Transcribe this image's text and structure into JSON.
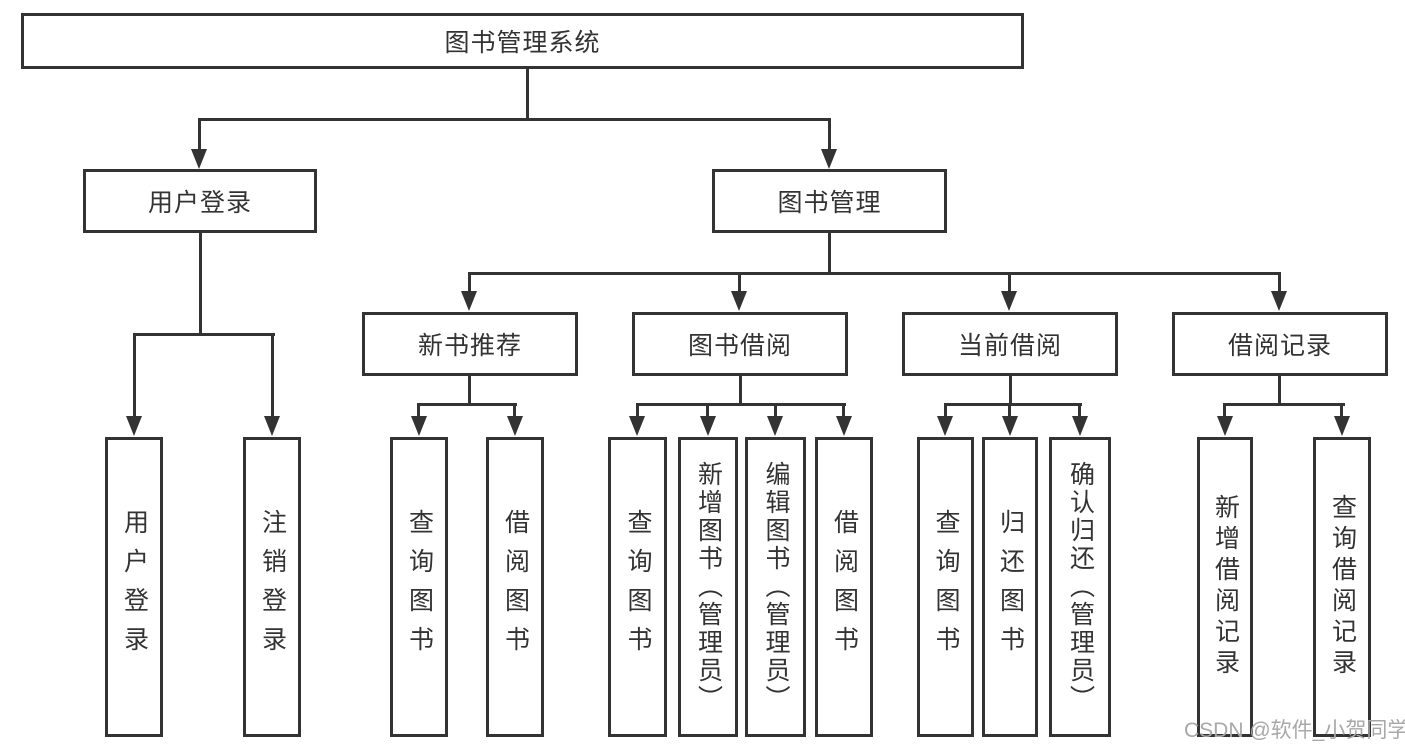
{
  "diagram": {
    "title": "图书管理系统",
    "children": [
      {
        "label": "用户登录",
        "children": [
          "用户登录",
          "注销登录"
        ]
      },
      {
        "label": "图书管理",
        "children": [
          {
            "label": "新书推荐",
            "children": [
              "查询图书",
              "借阅图书"
            ]
          },
          {
            "label": "图书借阅",
            "children": [
              "查询图书",
              "新增图书（管理员）",
              "编辑图书（管理员）",
              "借阅图书"
            ]
          },
          {
            "label": "当前借阅",
            "children": [
              "查询图书",
              "归还图书",
              "确认归还（管理员）"
            ]
          },
          {
            "label": "借阅记录",
            "children": [
              "新增借阅记录",
              "查询借阅记录"
            ]
          }
        ]
      }
    ]
  },
  "watermark": "CSDN @软件_小贺同学",
  "colors": {
    "line": "#333333",
    "box_border": "#333333",
    "box_fill": "#ffffff",
    "text": "#333333",
    "watermark": "#a8a8a8",
    "background": "#ffffff"
  }
}
